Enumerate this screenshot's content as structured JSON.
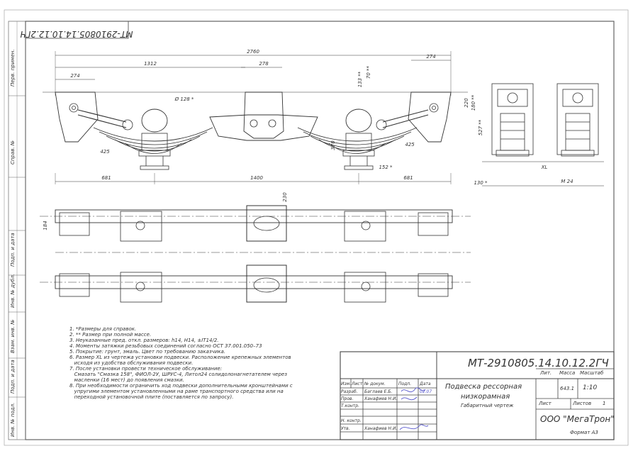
{
  "stamp_code_top": "МТ-2910805.14.10.12.2ГЧ",
  "side_labels": [
    "Перв. примен.",
    "Справ. №",
    "Подп. и дата",
    "Инв. № дубл.",
    "Взам. инв. №",
    "Подп. и дата",
    "Инв. № подл."
  ],
  "dimensions": {
    "overall": "2760",
    "left_offset": "1312",
    "center_block": "278",
    "left_edge": "274",
    "right_edge": "274",
    "hole_dia": "Ø 128 *",
    "h133": "133 **",
    "h70": "70 **",
    "h220": "220",
    "h180": "180 **",
    "h527": "527 **",
    "h370": "370",
    "r425_left": "425",
    "r425_right": "425",
    "w152": "152 *",
    "span_left": "681",
    "span_center": "1400",
    "span_right": "681",
    "bot130": "130 *",
    "xl": "XL",
    "m24": "M 24",
    "plan184": "184",
    "plan230": "230"
  },
  "notes": [
    "1. *Размеры для справок.",
    "2. ** Размер при полной массе.",
    "3. Неуказанные пред. откл. размеров: h14, H14, ±IT14/2.",
    "4. Моменты затяжки резьбовых соединений согласно ОСТ 37.001.050–73",
    "5. Покрытие: грунт, эмаль. Цвет по требованию заказчика.",
    "6. Размер XL из чертежа установки подвески. Расположение крепежных элементов",
    "   исходя из удобства обслуживания подвески.",
    "7. После установки провести техническое обслуживание:",
    "   Смазать \"Смазка 158\", ФИОЛ-2У, ШРУС-4, Литол24 солидолонагнетателем через",
    "   масленки (16 мест) до появления смазки.",
    "8. При необходимости ограничить ход подвески дополнительными кронштейнами с",
    "   упругими элементом установленными на раме транспортного средства или на",
    "   переходной установочной плите (поставляется по запросу)."
  ],
  "title_block": {
    "code": "МТ-2910805.14.10.12.2ГЧ",
    "name_line1": "Подвеска рессорная",
    "name_line2": "низкорамная",
    "doc_type": "Габаритный чертеж",
    "company": "ООО \"МегаТрон\"",
    "format": "Формат А3",
    "col_lit": "Лит.",
    "col_mass": "Масса",
    "col_scale": "Масштаб",
    "mass_value": "643.1",
    "scale_value": "1:10",
    "sheet_label": "Лист",
    "sheets_label": "Листов",
    "sheets_value": "1",
    "rev_headers": [
      "Изм.",
      "Лист",
      "№ докум.",
      "Подп.",
      "Дата"
    ],
    "roles": [
      "Разраб.",
      "Пров.",
      "Т.контр.",
      "",
      "Н. контр.",
      "Утв."
    ],
    "names": [
      "Баглаев Е.Б.",
      "Ханафиев Н.И.",
      "",
      "",
      "",
      "Ханафиев Н.И."
    ],
    "date_mark": "02.07"
  }
}
